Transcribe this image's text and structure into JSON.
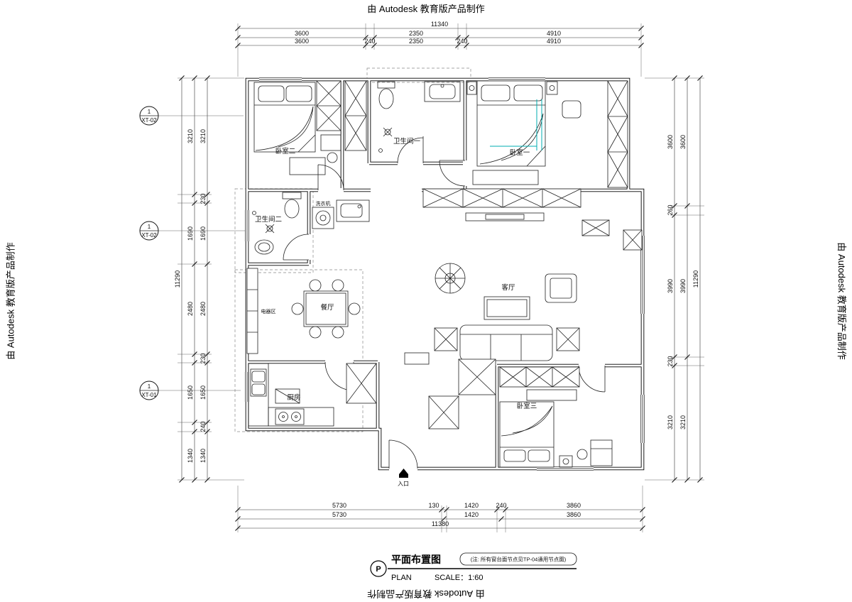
{
  "watermark": "由 Autodesk 教育版产品制作",
  "rooms": {
    "bedroom2": "卧室二",
    "bath1": "卫生间一",
    "bedroom1": "卧室一",
    "bath2": "卫生间二",
    "washer": "洗衣机",
    "appliance_zone": "电器区",
    "dining": "餐厅",
    "living": "客厅",
    "kitchen": "厨房",
    "bedroom3": "卧室三",
    "entrance": "入口"
  },
  "markers": {
    "m1": {
      "num": "1",
      "label": "XT-02"
    },
    "m2": {
      "num": "1",
      "label": "XT-02"
    },
    "m3": {
      "num": "1",
      "label": "XT-01"
    }
  },
  "dims": {
    "top_total": "11340",
    "top_row1": [
      "3600",
      "2350",
      "4910"
    ],
    "top_row2": [
      "3600",
      "240",
      "2350",
      "240",
      "4910"
    ],
    "bottom_row1": [
      "5730",
      "130",
      "1420",
      "240",
      "3860"
    ],
    "bottom_row2": [
      "5730",
      "1420",
      "3860"
    ],
    "bottom_total": "11380",
    "left_total": "11290",
    "left_outer": [
      "3210",
      "1690",
      "2480",
      "1650",
      "1340"
    ],
    "left_inner": [
      "3210",
      "230",
      "1690",
      "2480",
      "230",
      "1650",
      "240",
      "1340"
    ],
    "right_total": "11290",
    "right_outer": [
      "3600",
      "3990",
      "3210"
    ],
    "right_inner": [
      "3600",
      "260",
      "3990",
      "230",
      "3210"
    ]
  },
  "title_block": {
    "p": "P",
    "title": "平面布置图",
    "note": "(注: 所有窗台面节点见TP-04通用节点图)",
    "plan_label": "PLAN",
    "scale_label": "SCALE：1:60"
  }
}
